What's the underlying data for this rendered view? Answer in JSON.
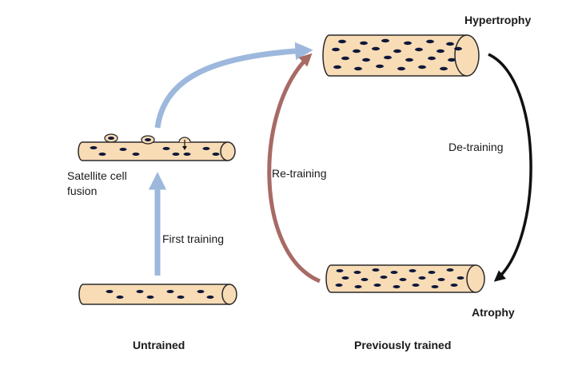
{
  "labels": {
    "hypertrophy": "Hypertrophy",
    "atrophy": "Atrophy",
    "de_training": "De-training",
    "re_training": "Re-training",
    "satellite_line1": "Satellite cell",
    "satellite_line2": "fusion",
    "first_training": "First training",
    "untrained": "Untrained",
    "previously_trained": "Previously trained"
  },
  "colors": {
    "fiber_fill": "#f8dcb6",
    "fiber_stroke": "#2a2a2a",
    "nucleus": "#10183a",
    "blue_arrow": "#9db8dc",
    "red_arrow": "#a86a65",
    "black_arrow": "#111111"
  }
}
